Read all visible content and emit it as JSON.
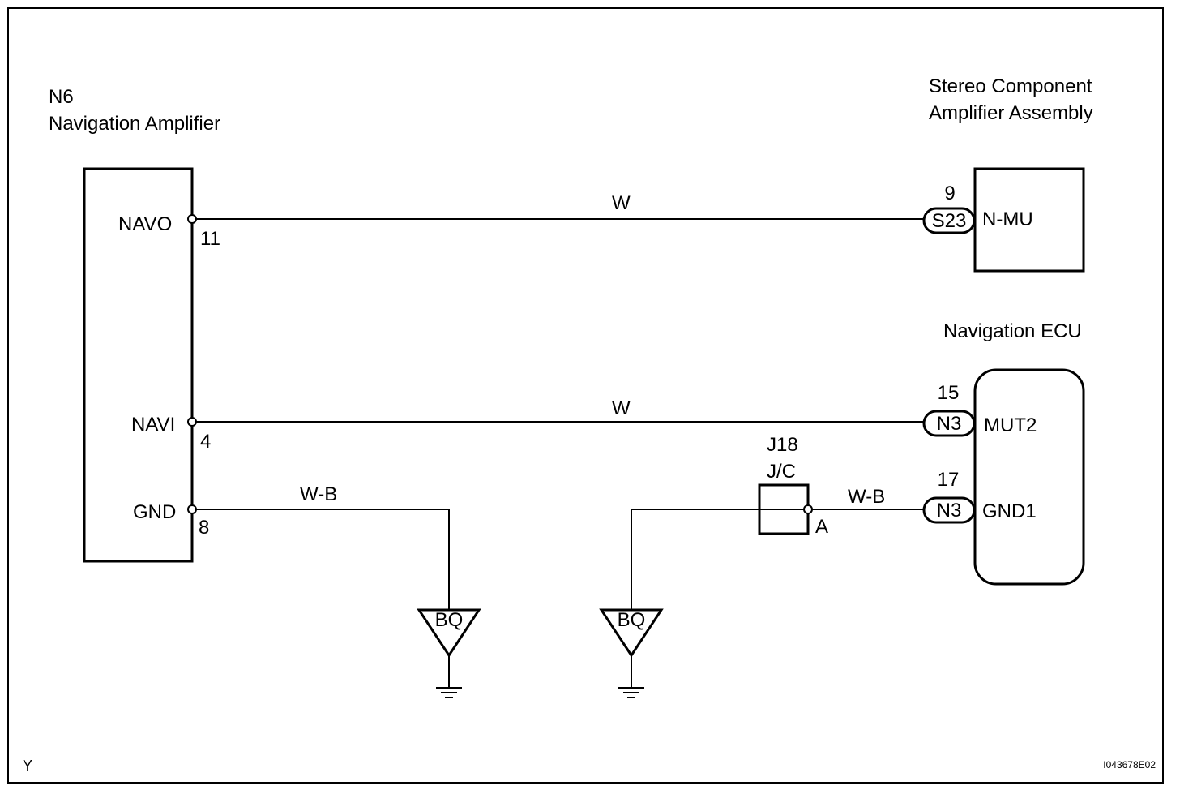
{
  "components": {
    "nav_amp": {
      "code": "N6",
      "name": "Navigation Amplifier"
    },
    "stereo": {
      "line1": "Stereo Component",
      "line2": "Amplifier Assembly"
    },
    "nav_ecu": {
      "name": "Navigation ECU"
    },
    "junction": {
      "code": "J18",
      "name": "J/C",
      "terminal": "A"
    }
  },
  "terminals": {
    "navo": {
      "name": "NAVO",
      "pin": "11"
    },
    "navi": {
      "name": "NAVI",
      "pin": "4"
    },
    "gnd": {
      "name": "GND",
      "pin": "8"
    },
    "n_mu": {
      "name": "N-MU",
      "pin": "9",
      "connector": "S23"
    },
    "mut2": {
      "name": "MUT2",
      "pin": "15",
      "connector": "N3"
    },
    "gnd1": {
      "name": "GND1",
      "pin": "17",
      "connector": "N3"
    }
  },
  "wires": {
    "navo_to_nmu": "W",
    "navi_to_mut2": "W",
    "gnd_to_ground": "W-B",
    "junction_to_gnd1": "W-B"
  },
  "grounds": {
    "left": "BQ",
    "right": "BQ"
  },
  "footer": {
    "corner_mark": "Y",
    "figure_id": "I043678E02"
  }
}
